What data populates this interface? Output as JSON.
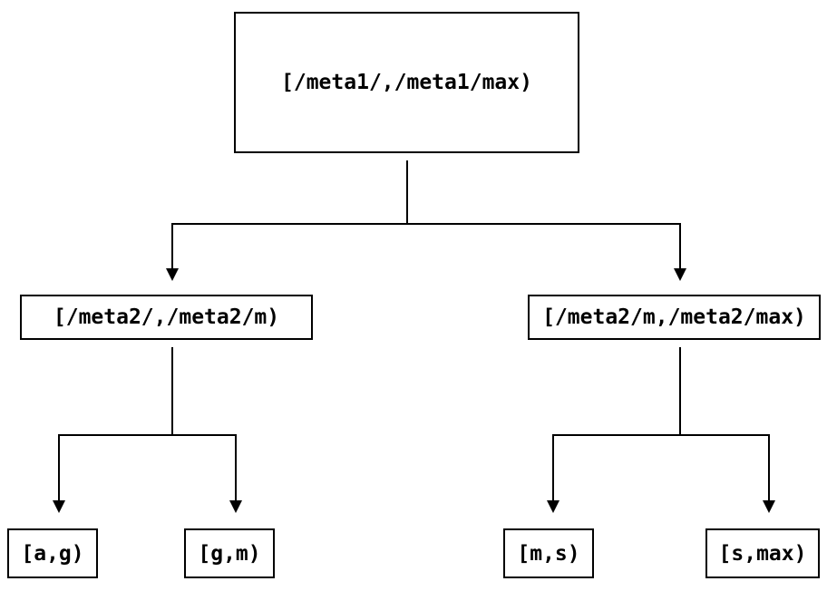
{
  "diagram": {
    "type": "binary-interval-tree",
    "background_color": "#ffffff",
    "line_color": "#000000",
    "text_color": "#000000",
    "nodes": {
      "root": {
        "label": "[/meta1/,/meta1/max)"
      },
      "left": {
        "label": "[/meta2/,/meta2/m)"
      },
      "right": {
        "label": "[/meta2/m,/meta2/max)"
      },
      "leaf_ag": {
        "label": "[a,g)"
      },
      "leaf_gm": {
        "label": "[g,m)"
      },
      "leaf_ms": {
        "label": "[m,s)"
      },
      "leaf_smax": {
        "label": "[s,max)"
      }
    },
    "edges": [
      {
        "from": "root",
        "to": "left"
      },
      {
        "from": "root",
        "to": "right"
      },
      {
        "from": "left",
        "to": "leaf_ag"
      },
      {
        "from": "left",
        "to": "leaf_gm"
      },
      {
        "from": "right",
        "to": "leaf_ms"
      },
      {
        "from": "right",
        "to": "leaf_smax"
      }
    ]
  }
}
